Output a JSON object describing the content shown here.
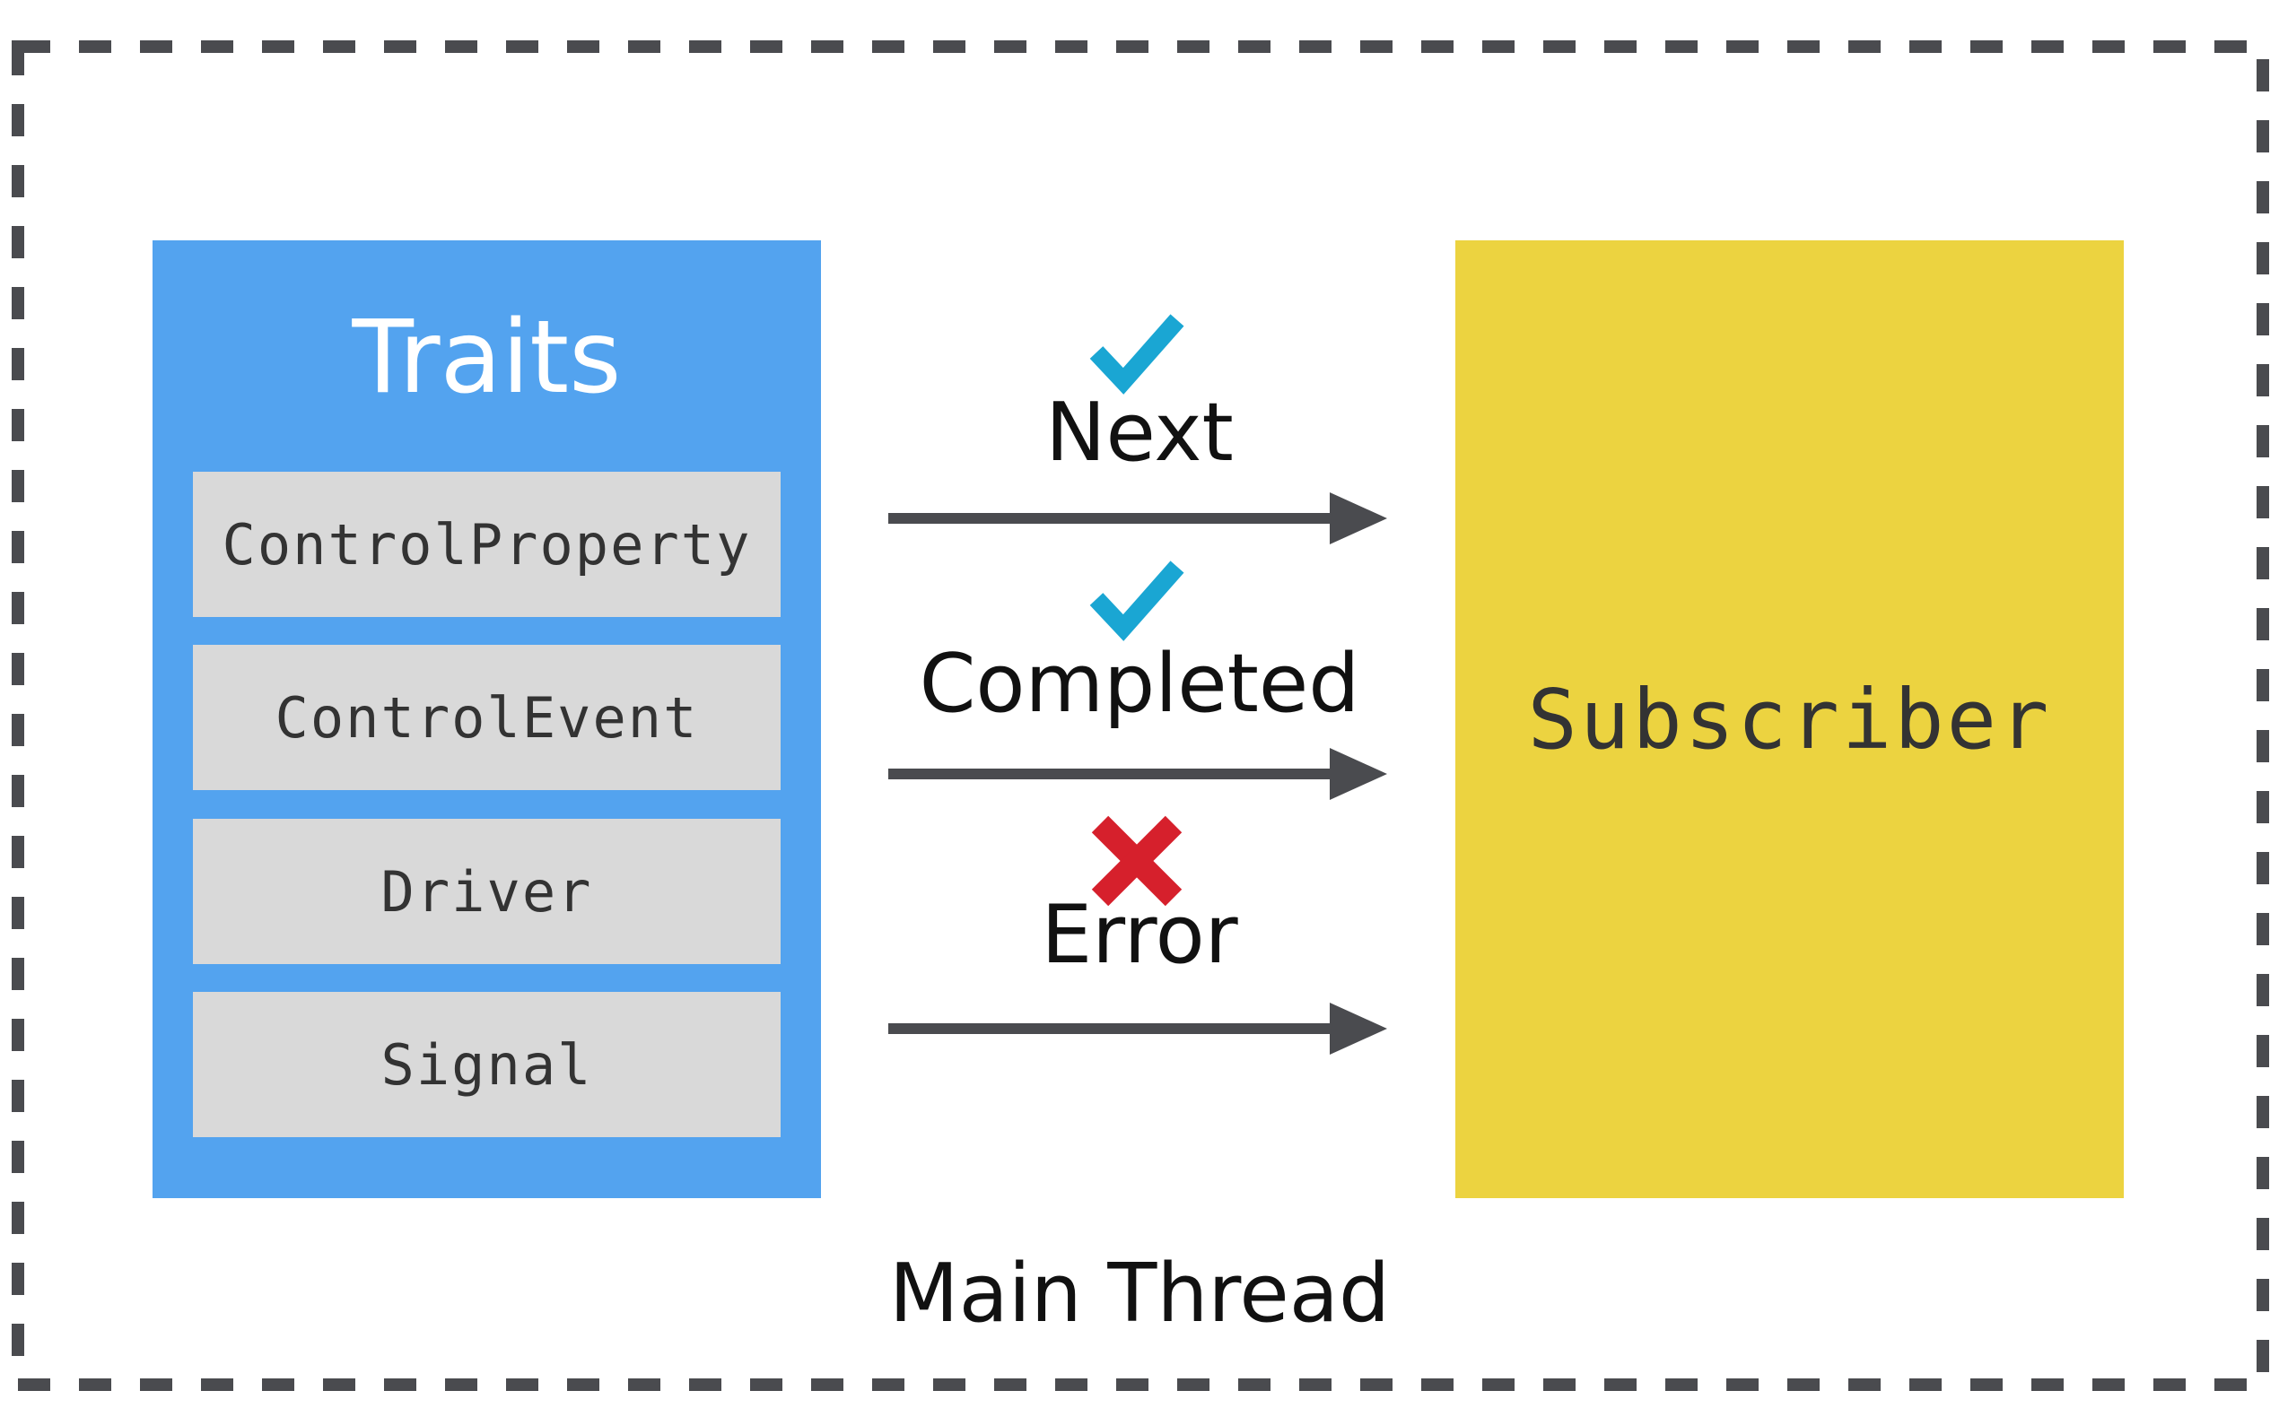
{
  "frame": {
    "border_color": "#4a4b4f",
    "label": "Main Thread"
  },
  "traits": {
    "title": "Traits",
    "color": "#53a3ef",
    "items": [
      {
        "label": "ControlProperty"
      },
      {
        "label": "ControlEvent"
      },
      {
        "label": "Driver"
      },
      {
        "label": "Signal"
      }
    ]
  },
  "subscriber": {
    "label": "Subscriber",
    "color": "#ecd340"
  },
  "events": [
    {
      "label": "Next",
      "status_icon": "checkmark-icon",
      "status": "allowed",
      "color": "#1aa6d3"
    },
    {
      "label": "Completed",
      "status_icon": "checkmark-icon",
      "status": "allowed",
      "color": "#1aa6d3"
    },
    {
      "label": "Error",
      "status_icon": "cross-icon",
      "status": "blocked",
      "color": "#d6202c"
    }
  ],
  "arrow_color": "#4a4b4f"
}
